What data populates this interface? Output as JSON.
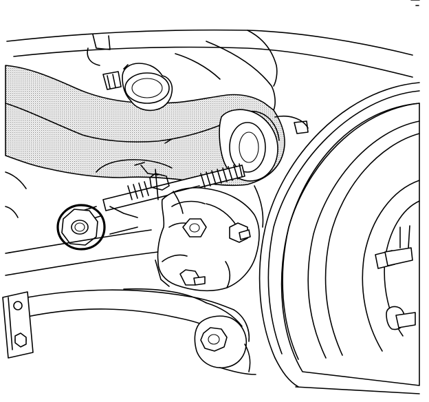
{
  "illustration": {
    "style": "black line-art technical illustration",
    "subject_components": [
      "rear-suspension-upper-arm",
      "upper-arm-bolt",
      "upper-arm-nut",
      "brake-drum",
      "knuckle",
      "lower-control-arm",
      "stabilizer-link-bushing"
    ],
    "highlighted_component": "upper-arm-nut",
    "colors": {
      "line": "#000000",
      "background": "#ffffff",
      "shading": "#9a9a9a"
    },
    "labels": []
  }
}
